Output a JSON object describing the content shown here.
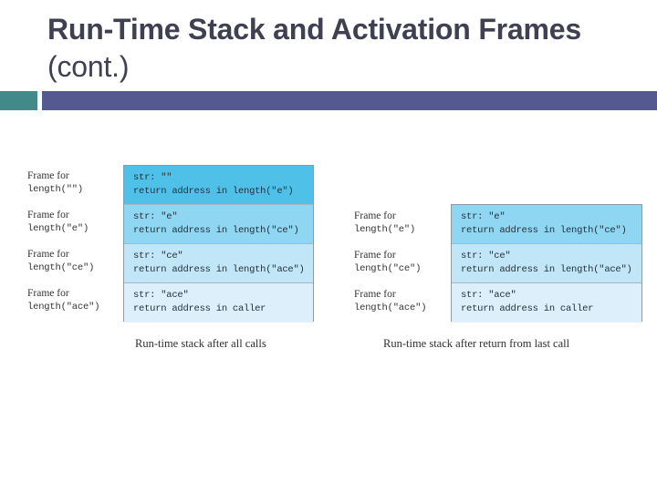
{
  "slide": {
    "title_bold": "Run-Time Stack and Activation Frames ",
    "title_light": "(cont.)",
    "accent_block_color": "#428a8a",
    "accent_bar_color": "#545a90",
    "title_color": "#3f4052"
  },
  "figures": [
    {
      "id": "after-all-calls",
      "caption": "Run-time stack after all calls",
      "labels": [
        "Frame for\nlength(\"\")",
        "Frame for\nlength(\"e\")",
        "Frame for\nlength(\"ce\")",
        "Frame for\nlength(\"ace\")"
      ],
      "rows": [
        {
          "line1": "str: \"\"",
          "line2": "return address in length(\"e\")",
          "color": "#4fc1e9"
        },
        {
          "line1": "str: \"e\"",
          "line2": "return address in length(\"ce\")",
          "color": "#8fd6f2"
        },
        {
          "line1": "str: \"ce\"",
          "line2": "return address in length(\"ace\")",
          "color": "#c0e6f7"
        },
        {
          "line1": "str: \"ace\"",
          "line2": "return address in caller",
          "color": "#dceffb"
        }
      ]
    },
    {
      "id": "after-return-last-call",
      "caption": "Run-time stack after return from last call",
      "labels": [
        "Frame for\nlength(\"e\")",
        "Frame for\nlength(\"ce\")",
        "Frame for\nlength(\"ace\")"
      ],
      "rows": [
        {
          "line1": "str: \"e\"",
          "line2": "return address in length(\"ce\")",
          "color": "#8fd6f2"
        },
        {
          "line1": "str: \"ce\"",
          "line2": "return address in length(\"ace\")",
          "color": "#c0e6f7"
        },
        {
          "line1": "str: \"ace\"",
          "line2": "return address in caller",
          "color": "#dceffb"
        }
      ]
    }
  ]
}
